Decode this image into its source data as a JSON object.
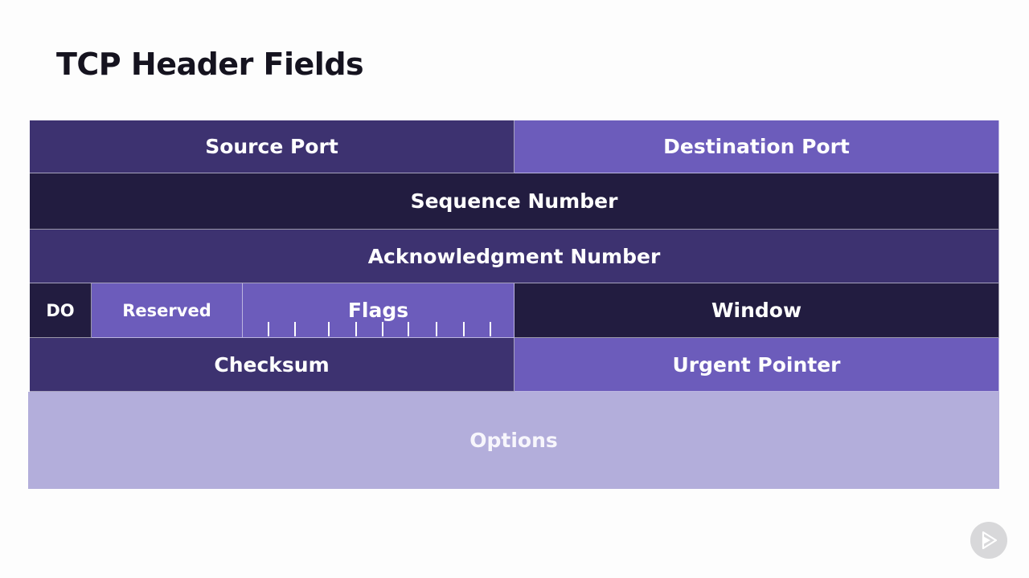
{
  "slide": {
    "title": "TCP Header Fields"
  },
  "header_fields": {
    "source_port": "Source Port",
    "destination_port": "Destination Port",
    "sequence_number": "Sequence Number",
    "acknowledgment_number": "Acknowledgment Number",
    "data_offset": "DO",
    "reserved": "Reserved",
    "flags": "Flags",
    "window": "Window",
    "checksum": "Checksum",
    "urgent_pointer": "Urgent Pointer",
    "options": "Options"
  },
  "colors": {
    "medium_purple": "#3d3270",
    "light_purple": "#6c5cbb",
    "dark_purple": "#221c40",
    "pale_purple": "#b3aedb",
    "title_text": "#15131f"
  },
  "icons": {
    "brand": "play-logo-icon"
  }
}
